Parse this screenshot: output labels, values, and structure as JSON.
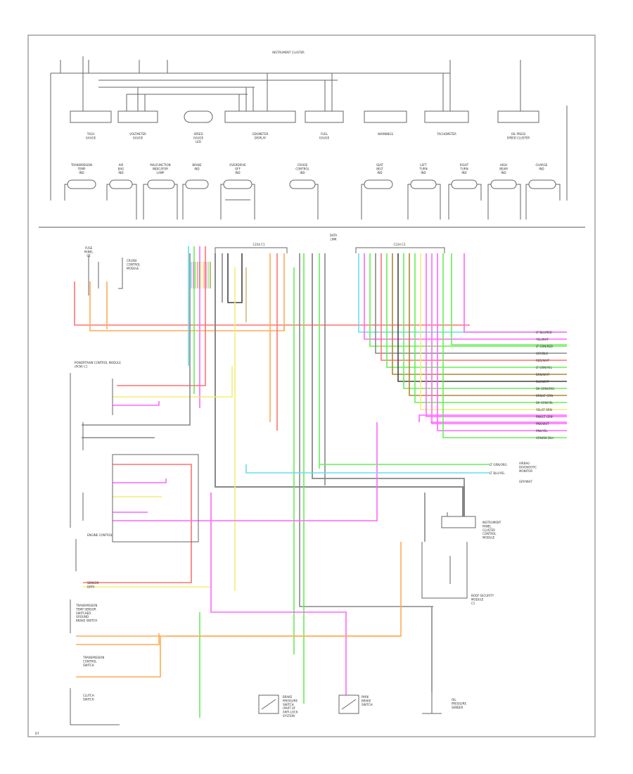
{
  "diagram": {
    "top_cluster_label": "INSTRUMENT CLUSTER",
    "top_modules": [
      {
        "label": "TACH\nGAUGE"
      },
      {
        "label": "VOLTMETER\nGAUGE"
      },
      {
        "label": "SPEED\nGAUGE\nLED"
      },
      {
        "label": "ODOMETER\nDISPLAY"
      },
      {
        "label": "FUEL\nGAUGE"
      },
      {
        "label": "WARNINGS"
      },
      {
        "label": "TACHOMETER"
      },
      {
        "label": "OIL PRESS\nSPEED CLUSTER"
      }
    ],
    "indicators": [
      {
        "label": "TRANSMISSION\nTEMP\nIND"
      },
      {
        "label": "AIR\nBAG\nIND"
      },
      {
        "label": "MALFUNCTION\nINDICATOR\nLAMP"
      },
      {
        "label": "BRAKE\nIND"
      },
      {
        "label": "OVERDRIVE\nOFF\nIND"
      },
      {
        "label": "CRUISE\nCONTROL\nIND"
      },
      {
        "label": "SEAT\nBELT\nIND"
      },
      {
        "label": "LEFT\nTURN\nIND"
      },
      {
        "label": "RIGHT\nTURN\nIND"
      },
      {
        "label": "HIGH\nBEAM\nIND"
      },
      {
        "label": "CHARGE\nIND"
      }
    ],
    "connector_labels": [
      "C234 C1",
      "C234 C2"
    ],
    "center_note": "DATA\nLINK",
    "left_fuse_label": "FUSE\nPANEL\nC2",
    "left_fuse_note": "CRUISE\nCONTROL\nMODULE",
    "module_blocks": {
      "ecm_title": "POWERTRAIN CONTROL MODULE\n(PCM) C1",
      "engine_title": "ENGINE CONTROL",
      "brake_title": "SENSOR\nDATA",
      "ground_title": "TRANSMISSION\nTEMP SENSOR\nSWITCHED\nGROUND\nBRAKE SWITCH"
    },
    "right_edge_labels": [
      "LT BLU/RED",
      "YEL/WHT",
      "LT GRN/RED",
      "GRY/BLK",
      "RED/WHT",
      "LT GRN/YEL",
      "BRN/WHT",
      "BLK/WHT",
      "DK GRN/ORG",
      "BRN/LT GRN",
      "DK GRN/YEL",
      "YEL/LT GRN",
      "PNK/LT GRN",
      "PNK/WHT",
      "PNK/YEL",
      "GRN/DK BLU"
    ],
    "right_side_labels": [
      "LT GRN/ORG",
      "LT BLU/YEL",
      "GRY/WHT"
    ],
    "right_side_module": "AIRBAG\nDIAGNOSTIC\nMONITOR",
    "right_module": "INSTRUMENT\nPANEL\nCLUSTER\nCONTROL\nMODULE",
    "right_lower_module": "BODY SECURITY\nMODULE\nC1",
    "bottom_labels": [
      {
        "text": "BRAKE\nPRESSURE\nSWITCH\n(PART OF\nANTI-LOCK\nSYSTEM)"
      },
      {
        "text": "PARK\nBRAKE\nSWITCH"
      },
      {
        "text": "OIL\nPRESSURE\nSENDER"
      }
    ],
    "bottom_left_labels": [
      "TRANSMISSION\nCONTROL\nSWITCH",
      "CLUTCH\nSWITCH"
    ],
    "bottom_corner": "D7",
    "wire_colors": {
      "red": "#ff7272",
      "pink": "#ff66ff",
      "green": "#66ee55",
      "orange": "#ffaa55",
      "yellow": "#f2ee77",
      "cyan": "#66ddee",
      "gray": "#888888",
      "brown": "#aa8833",
      "black": "#444444",
      "tan": "#d6b87a"
    }
  }
}
